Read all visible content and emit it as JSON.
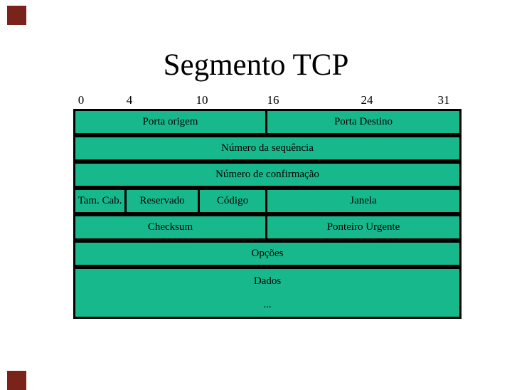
{
  "colors": {
    "fill": "#17b98c",
    "decoration": "#7a231b",
    "border": "#000000"
  },
  "slide": {
    "title": "Segmento TCP"
  },
  "bit_ruler": {
    "ticks": [
      "0",
      "4",
      "10",
      "16",
      "24",
      "31"
    ]
  },
  "segment_table": {
    "rows": [
      {
        "name": "ports",
        "cells": [
          "Porta origem",
          "Porta Destino"
        ]
      },
      {
        "name": "sequence",
        "cells": [
          "Número da sequência"
        ]
      },
      {
        "name": "ack",
        "cells": [
          "Número de confirmação"
        ]
      },
      {
        "name": "header-flags",
        "cells": [
          "Tam. Cab.",
          "Reservado",
          "Código",
          "Janela"
        ]
      },
      {
        "name": "checksum",
        "cells": [
          "Checksum",
          "Ponteiro Urgente"
        ]
      },
      {
        "name": "options",
        "cells": [
          "Opções"
        ]
      },
      {
        "name": "data",
        "cells": [
          "Dados",
          "..."
        ]
      }
    ]
  }
}
